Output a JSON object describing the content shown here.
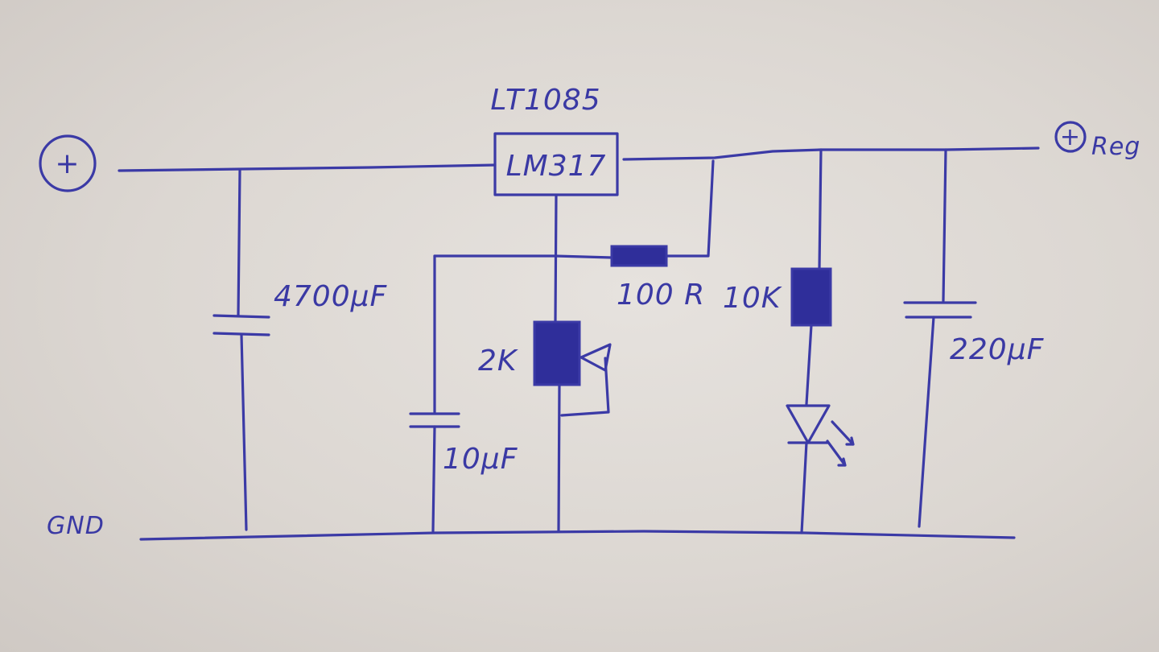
{
  "ic": {
    "part_number": "LT1085",
    "label": "LM317"
  },
  "terminals": {
    "input_symbol": "+",
    "output_symbol": "+",
    "output_label": "Reg",
    "ground_label": "GND"
  },
  "components": {
    "input_capacitor": "4700µF",
    "adj_capacitor": "10µF",
    "adj_potentiometer": "2K",
    "program_resistor": "100 R",
    "led_resistor": "10K",
    "output_capacitor": "220µF"
  },
  "colors": {
    "ink": "#3b3aa6",
    "paper": "#dedad6"
  }
}
